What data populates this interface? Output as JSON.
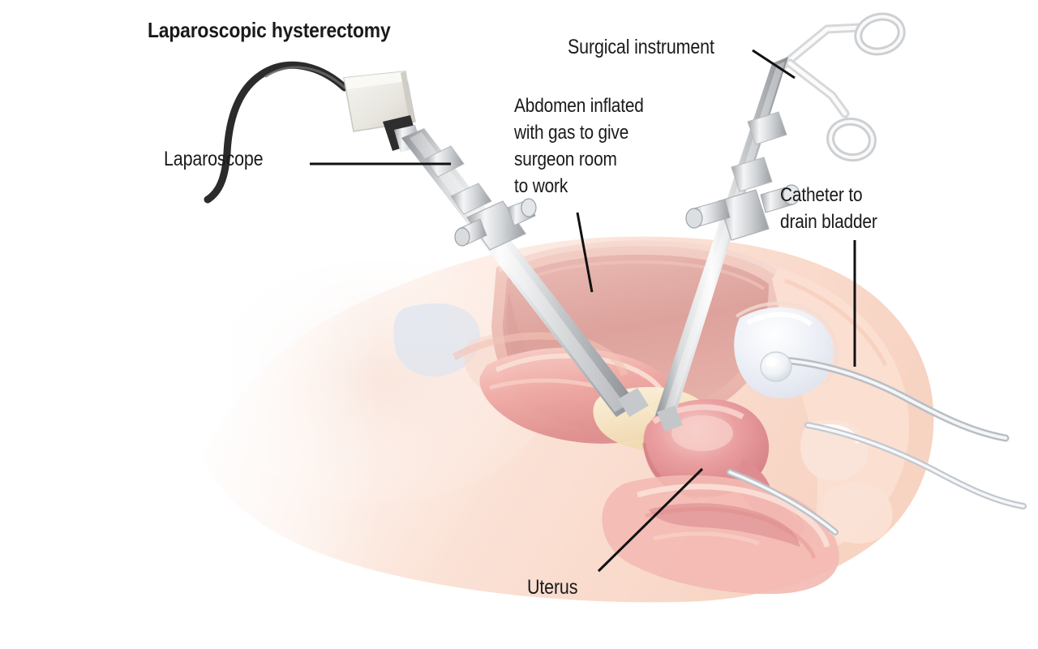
{
  "illustration": {
    "title": "Laparoscopic hysterectomy",
    "subject": "laparoscopic-hysterectomy-sagittal-pelvis",
    "background_color": "#ffffff"
  },
  "labels": {
    "title": "Laparoscopic hysterectomy",
    "laparoscope": "Laparoscope",
    "abdomen_line1": "Abdomen inflated",
    "abdomen_line2": "with gas to give",
    "abdomen_line3": "surgeon room",
    "abdomen_line4": "to work",
    "surgical_instrument": "Surgical instrument",
    "catheter_line1": "Catheter to",
    "catheter_line2": "drain bladder",
    "uterus": "Uterus"
  },
  "colors": {
    "text": "#1a1a1a",
    "leader_line": "#111111",
    "body_tissue": "#fbe2d6",
    "body_tissue_deep": "#f6cfc0",
    "cavity_rose": "#e2aaa4",
    "cavity_rose_light": "#edc0b8",
    "organ_pink": "#ee9f9f",
    "organ_pink_deep": "#d98a8a",
    "uterus_pink": "#e79a9c",
    "uterus_highlight": "#f4c3c0",
    "bladder": "#e9ecf4",
    "metal_light": "#f2f2f2",
    "metal_mid": "#c9cbcd",
    "metal_dark": "#9a9da1",
    "camera_head": "#eceae4",
    "cable_black": "#2b2b2b",
    "bowel_cream": "#f7eccd"
  },
  "anatomy_parts": [
    {
      "name": "abdominal-cavity",
      "description": "inflated gas-filled abdominal cavity dome"
    },
    {
      "name": "bowel-loops",
      "description": "small intestine loops at cavity floor"
    },
    {
      "name": "uterus",
      "description": "uterus body, pear shaped"
    },
    {
      "name": "bladder",
      "description": "urinary bladder, pale"
    },
    {
      "name": "vagina",
      "description": "vaginal canal"
    },
    {
      "name": "rectum",
      "description": "rectum and pelvic floor"
    },
    {
      "name": "abdominal-wall",
      "description": "anterior abdominal wall"
    },
    {
      "name": "pubic-bone",
      "description": "pubic symphysis"
    }
  ],
  "instruments": [
    {
      "name": "laparoscope",
      "description": "camera head with cable and trocar shaft entering upper abdomen"
    },
    {
      "name": "surgical-instrument",
      "description": "scissor-handled grasper through second trocar"
    },
    {
      "name": "catheter",
      "description": "urinary catheter with retention balloon in bladder"
    },
    {
      "name": "uterine-manipulator",
      "description": "instrument placed through vagina to uterus"
    }
  ]
}
